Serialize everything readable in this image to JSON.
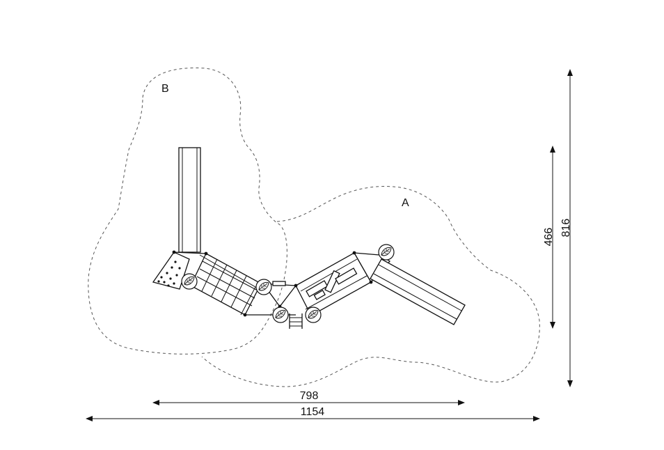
{
  "zones": {
    "a": "A",
    "b": "B"
  },
  "dimensions": {
    "width_inner": "798",
    "width_outer": "1154",
    "height_inner": "466",
    "height_outer": "816"
  },
  "colors": {
    "line": "#111111",
    "dashed": "#555555",
    "background": "#ffffff"
  },
  "icons": [
    "leaf-icon",
    "ladder-icon",
    "arrow-icon"
  ]
}
